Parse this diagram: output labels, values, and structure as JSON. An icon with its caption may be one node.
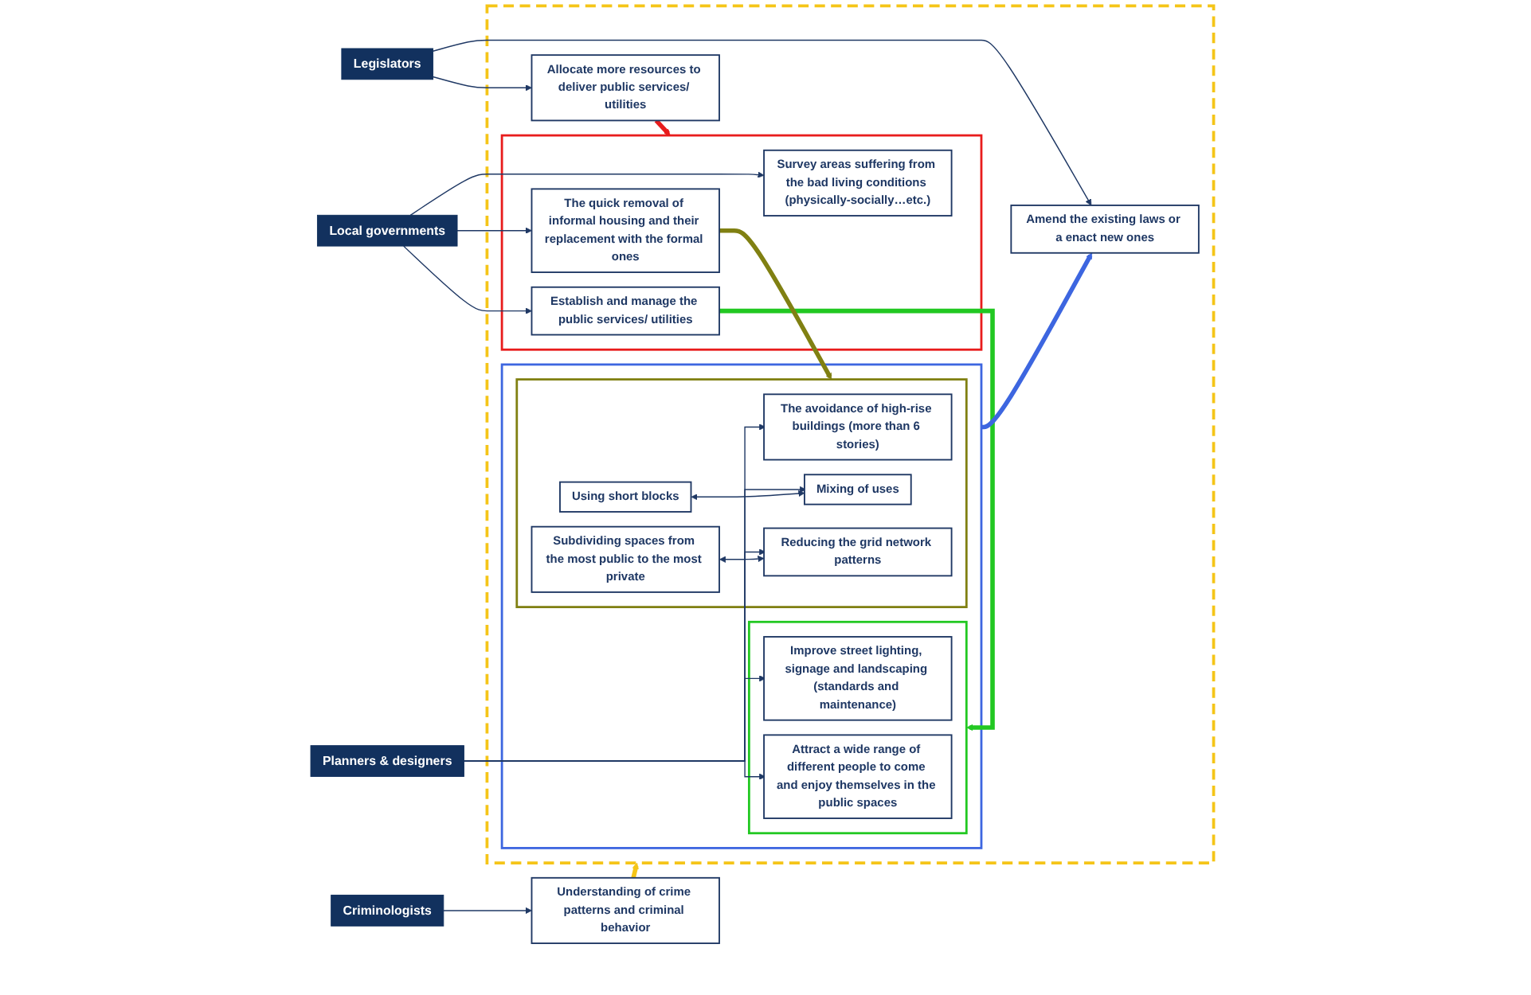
{
  "diagram": {
    "nodes": [
      {
        "text": [
          "Legislators"
        ]
      },
      {
        "text": [],
        "shape": "box"
      },
      {
        "text": [
          "Allocate more resources to deliver public services/ utilities"
        ],
        "in": 1
      },
      {
        "text": [
          "Amend the existing laws or a enact new ones"
        ],
        "in": 1
      },
      {
        "text": [
          "Local governments"
        ]
      },
      {
        "text": [],
        "shape": "box",
        "in": 1
      },
      {
        "text": [
          "Survey areas suffering from the bad living conditions (physically-socially…etc.)"
        ],
        "in": 5
      },
      {
        "text": [
          "Establish and manage the public services/ utilities"
        ],
        "in": 5
      },
      {
        "text": [
          "The quick removal of informal housing and their replacement with the formal ones"
        ],
        "in": 5
      },
      {
        "text": [
          "Planners & designers"
        ]
      },
      {
        "text": [],
        "shape": "box",
        "in": 1
      },
      {
        "text": [],
        "shape": "box",
        "in": 10
      },
      {
        "text": [
          "Improve street lighting, signage and landscaping (standards and maintenance)"
        ],
        "in": 11
      },
      {
        "text": [
          "Attract a wide range of different people to come and enjoy themselves in the public spaces"
        ],
        "in": 11
      },
      {
        "text": [],
        "shape": "box",
        "in": 10
      },
      {
        "text": [
          "The avoidance of high-rise buildings (more than 6 stories)"
        ],
        "in": 14
      },
      {
        "text": [
          "Using short blocks"
        ],
        "in": 14
      },
      {
        "text": [
          "Mixing of uses"
        ],
        "in": 14
      },
      {
        "text": [
          "Subdividing spaces from the most public to the most private"
        ],
        "in": 14
      },
      {
        "text": [
          "Reducing the grid network patterns"
        ],
        "in": 14
      },
      {
        "text": [
          "Understanding of crime patterns and criminal behavior"
        ]
      },
      {
        "text": [
          "Criminologists"
        ]
      }
    ],
    "edges": [
      {
        "from": 0,
        "to": 2,
        "arrow": "to"
      },
      {
        "from": 0,
        "to": 3,
        "arrow": "to"
      },
      {
        "from": 4,
        "to": 6,
        "arrow": "to"
      },
      {
        "from": 4,
        "to": 7,
        "arrow": "to"
      },
      {
        "from": 4,
        "to": 8,
        "arrow": "to"
      },
      {
        "from": 9,
        "to": 12,
        "arrow": "to"
      },
      {
        "from": 9,
        "to": 13,
        "arrow": "to"
      },
      {
        "from": 9,
        "to": 15,
        "arrow": "to"
      },
      {
        "from": 9,
        "to": 17,
        "arrow": "to"
      },
      {
        "from": 9,
        "to": 19,
        "arrow": "to"
      },
      {
        "from": 16,
        "to": 17,
        "arrow": "both"
      },
      {
        "from": 18,
        "to": 19,
        "arrow": "both"
      },
      {
        "from": 21,
        "to": 20,
        "arrow": "to"
      },
      {
        "from": 2,
        "to": 5,
        "arrow": "to",
        "style": "thick",
        "color": "#e81c1c"
      },
      {
        "from": 7,
        "to": 11,
        "arrow": "to",
        "style": "thick",
        "color": "#22c822"
      },
      {
        "from": 10,
        "to": 3,
        "arrow": "to",
        "style": "thick",
        "color": "#3d66e0"
      },
      {
        "from": 8,
        "to": 14,
        "arrow": "to",
        "style": "thick",
        "color": "#808012"
      },
      {
        "from": 20,
        "to": 1,
        "arrow": "to",
        "style": "thick",
        "color": "#f5c518"
      }
    ]
  }
}
